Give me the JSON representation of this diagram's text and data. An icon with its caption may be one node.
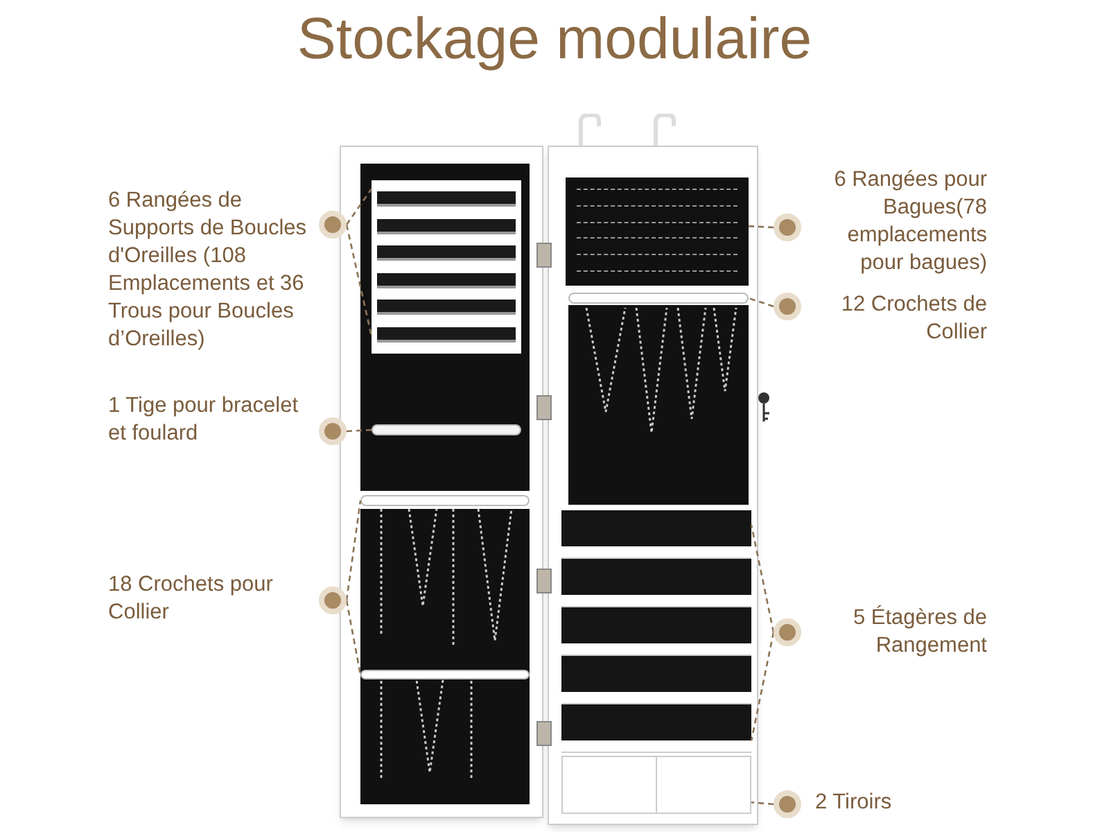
{
  "diagram": {
    "title": "Stockage modulaire",
    "nodes": [
      {
        "text": [
          "6 Rangées de Supports de Boucles d'Oreilles (108 Emplacements et 36 Trous pour Boucles d’Oreilles)"
        ]
      },
      {
        "text": [
          "1 Tige pour bracelet et foulard"
        ]
      },
      {
        "text": [
          "18 Crochets pour Collier"
        ]
      },
      {
        "text": [
          "6 Rangées pour Bagues(78 emplacements pour bagues)"
        ]
      },
      {
        "text": [
          "12 Crochets de Collier"
        ]
      },
      {
        "text": [
          "5 Étagères de Rangement"
        ]
      },
      {
        "text": [
          "2 Tiroirs"
        ]
      },
      {
        "text": [],
        "shape": "box"
      },
      {
        "text": [],
        "shape": "bar"
      },
      {
        "text": [],
        "shape": "bar"
      },
      {
        "text": [],
        "shape": "bar"
      },
      {
        "text": [],
        "shape": "box"
      },
      {
        "text": [],
        "shape": "bar"
      },
      {
        "text": [],
        "shape": "box"
      },
      {
        "text": [],
        "shape": "box"
      }
    ],
    "edges": [
      {
        "from": 0,
        "to": 7,
        "arrow": "none",
        "style": "dashed"
      },
      {
        "from": 0,
        "to": 7,
        "arrow": "none",
        "style": "dashed"
      },
      {
        "from": 1,
        "to": 8,
        "arrow": "none",
        "style": "dashed"
      },
      {
        "from": 2,
        "to": 9,
        "arrow": "none",
        "style": "dashed"
      },
      {
        "from": 2,
        "to": 10,
        "arrow": "none",
        "style": "dashed"
      },
      {
        "from": 3,
        "to": 11,
        "arrow": "none",
        "style": "dashed"
      },
      {
        "from": 4,
        "to": 12,
        "arrow": "none",
        "style": "dashed"
      },
      {
        "from": 5,
        "to": 13,
        "arrow": "none",
        "style": "dashed"
      },
      {
        "from": 5,
        "to": 13,
        "arrow": "none",
        "style": "dashed"
      },
      {
        "from": 6,
        "to": 14,
        "arrow": "none",
        "style": "dashed"
      }
    ]
  }
}
